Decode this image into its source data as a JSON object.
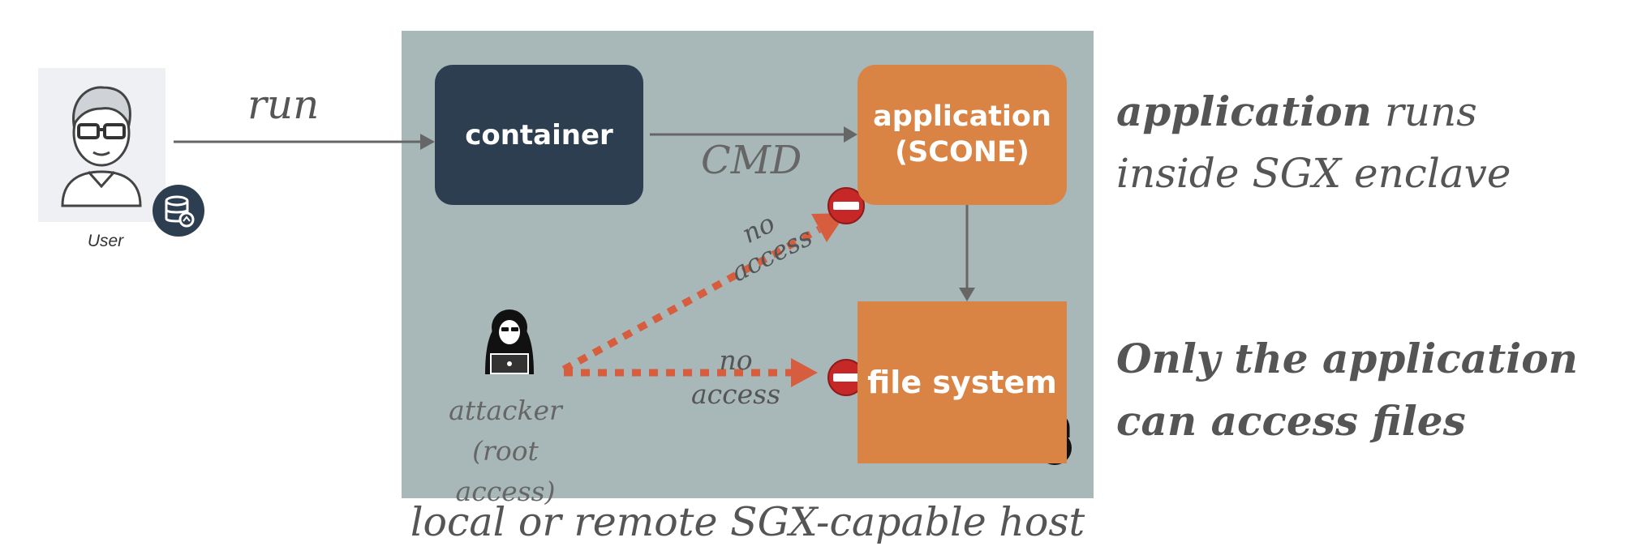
{
  "user": {
    "label": "User"
  },
  "edges": {
    "run_label": "run",
    "cmd_label": "CMD"
  },
  "host": {
    "caption": "local or remote SGX-capable host"
  },
  "nodes": {
    "container": "container",
    "application_line1": "application",
    "application_line2": "(SCONE)",
    "file_system": "file system"
  },
  "attacker": {
    "line1": "attacker",
    "line2": "(root access)"
  },
  "no_access": {
    "line1": "no",
    "line2": "access"
  },
  "descriptions": {
    "first_strong": "application",
    "first_rest": " runs",
    "first_line2": "inside SGX enclave",
    "second_line1": "Only the application",
    "second_line2": "can access files"
  },
  "colors": {
    "host_bg": "#a8b8b8",
    "container": "#2c3e50",
    "application": "#d98445",
    "attack_arrow": "#d65e3f",
    "block_icon": "#c62828"
  },
  "icons": [
    "user-avatar-icon",
    "database-icon",
    "hacker-icon",
    "no-entry-icon",
    "padlock-icon"
  ]
}
